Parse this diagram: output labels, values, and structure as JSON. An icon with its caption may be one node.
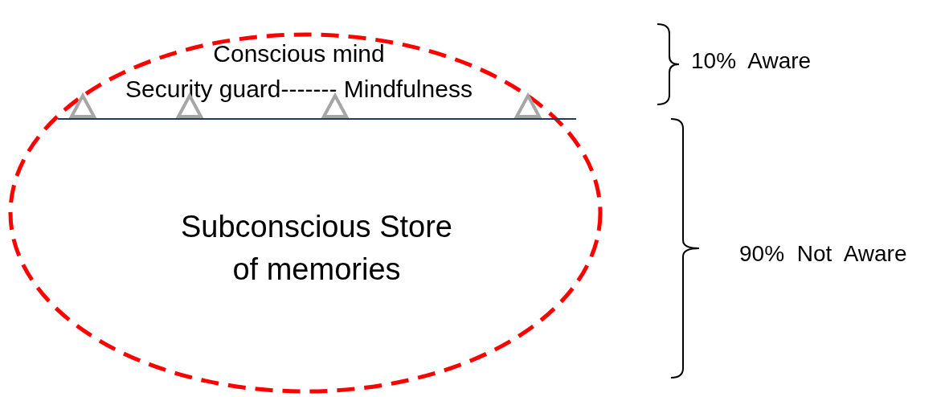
{
  "diagram": {
    "nodes": [
      {
        "text": [
          "Conscious mind",
          "Security guard------- Mindfulness",
          "Subconscious Store of memories"
        ]
      },
      {
        "text": [],
        "shape": "triangle",
        "in": 0
      },
      {
        "text": [],
        "shape": "triangle",
        "in": 0
      },
      {
        "text": [],
        "shape": "triangle",
        "in": 0
      },
      {
        "text": [],
        "shape": "triangle",
        "in": 0
      }
    ],
    "labels": [
      "10% Aware",
      "90% Not Aware"
    ]
  }
}
